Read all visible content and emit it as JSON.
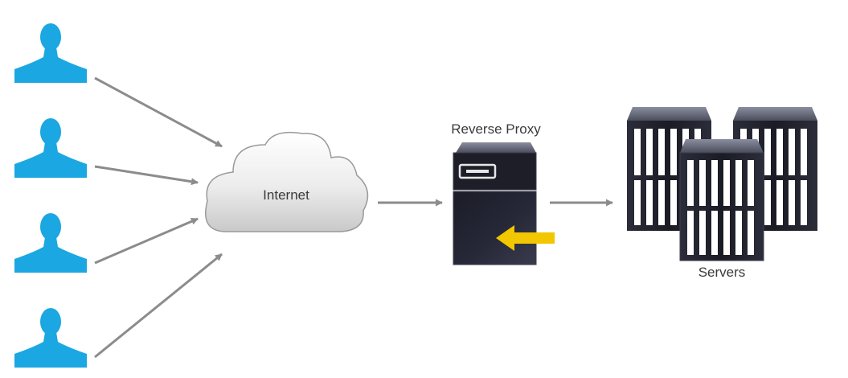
{
  "diagram": {
    "users": [
      {
        "icon": "user-icon"
      },
      {
        "icon": "user-icon"
      },
      {
        "icon": "user-icon"
      },
      {
        "icon": "user-icon"
      }
    ],
    "internet": {
      "label": "Internet",
      "icon": "cloud-icon"
    },
    "proxy": {
      "label": "Reverse Proxy",
      "icon": "proxy-server-icon"
    },
    "servers": {
      "label": "Servers",
      "icon": "server-rack-icon"
    },
    "colors": {
      "user": "#1ba7e1",
      "arrow": "#8c8c8c",
      "server_body": "#22232e",
      "server_top": "#5d6172",
      "proxy_arrow": "#f2c600"
    }
  }
}
